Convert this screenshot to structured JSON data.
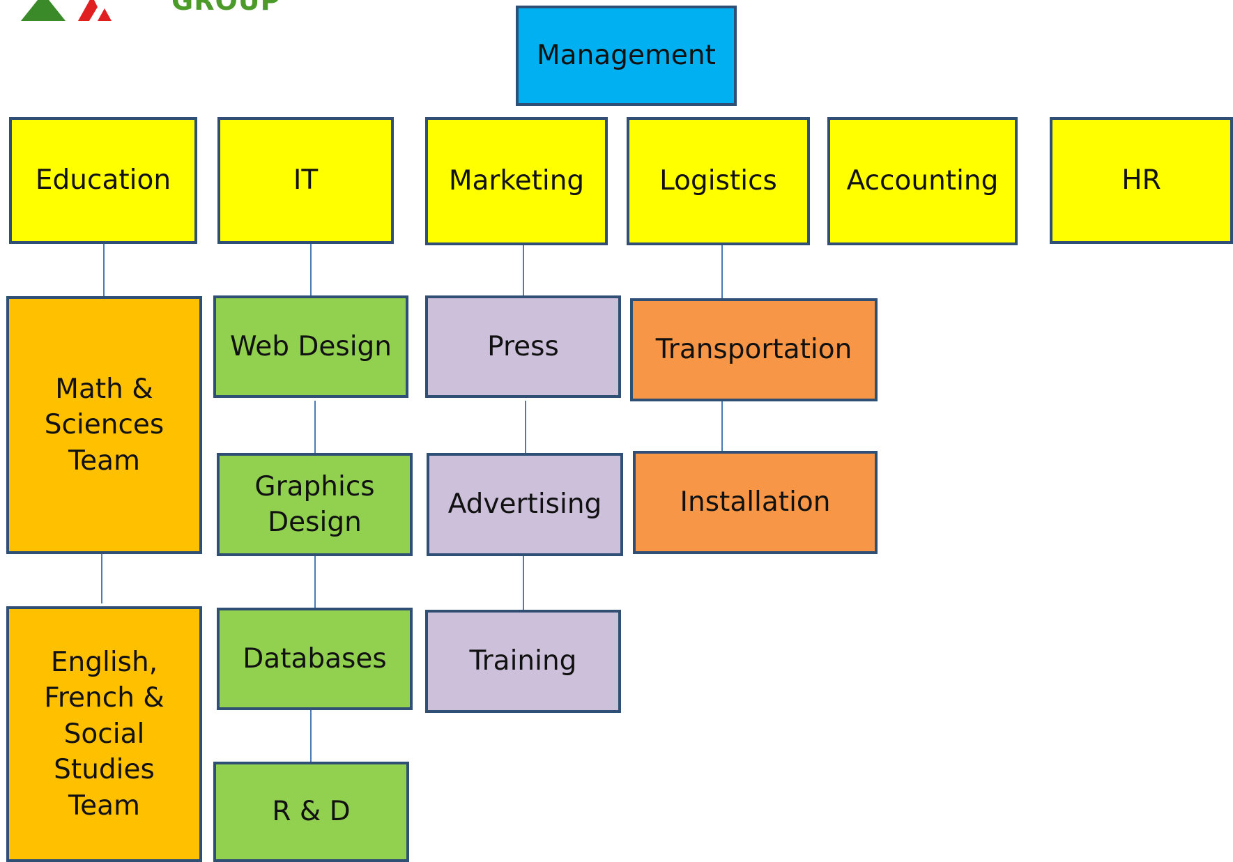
{
  "logo": {
    "text": "GROUP"
  },
  "colors": {
    "management": "#00b0f0",
    "department": "#ffff00",
    "education_team": "#ffc000",
    "it_team": "#92d050",
    "marketing_team": "#ccc0da",
    "logistics_team": "#f79646",
    "border": "#2f4f74",
    "connector": "#4a7ab8"
  },
  "org_chart": {
    "root": "Management",
    "departments": [
      {
        "name": "Education",
        "teams": [
          "Math &\nSciences\nTeam",
          "English,\nFrench &\nSocial\nStudies\nTeam"
        ]
      },
      {
        "name": "IT",
        "teams": [
          "Web Design",
          "Graphics\nDesign",
          "Databases",
          "R & D"
        ]
      },
      {
        "name": "Marketing",
        "teams": [
          "Press",
          "Advertising",
          "Training"
        ]
      },
      {
        "name": "Logistics",
        "teams": [
          "Transportation",
          "Installation"
        ]
      },
      {
        "name": "Accounting",
        "teams": []
      },
      {
        "name": "HR",
        "teams": []
      }
    ]
  }
}
